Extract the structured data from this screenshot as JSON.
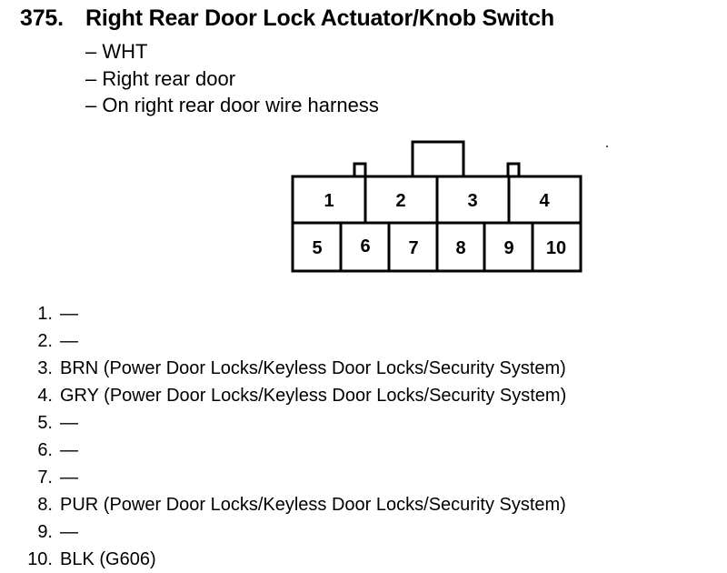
{
  "document": {
    "number": "375.",
    "title": "Right Rear Door Lock Actuator/Knob Switch",
    "details": [
      "– WHT",
      "– Right rear door",
      "– On right rear door wire harness"
    ]
  },
  "connector": {
    "top_row": [
      "1",
      "2",
      "3",
      "4"
    ],
    "bottom_row": [
      "5",
      "6",
      "7",
      "8",
      "9",
      "10"
    ]
  },
  "pins": [
    {
      "num": "1.",
      "desc": "—"
    },
    {
      "num": "2.",
      "desc": "—"
    },
    {
      "num": "3.",
      "desc": "BRN (Power Door Locks/Keyless Door Locks/Security System)"
    },
    {
      "num": "4.",
      "desc": "GRY (Power Door Locks/Keyless Door Locks/Security System)"
    },
    {
      "num": "5.",
      "desc": "—"
    },
    {
      "num": "6.",
      "desc": "—"
    },
    {
      "num": "7.",
      "desc": "—"
    },
    {
      "num": "8.",
      "desc": "PUR (Power Door Locks/Keyless Door Locks/Security System)"
    },
    {
      "num": "9.",
      "desc": "—"
    },
    {
      "num": "10.",
      "desc": "BLK (G606)"
    }
  ]
}
